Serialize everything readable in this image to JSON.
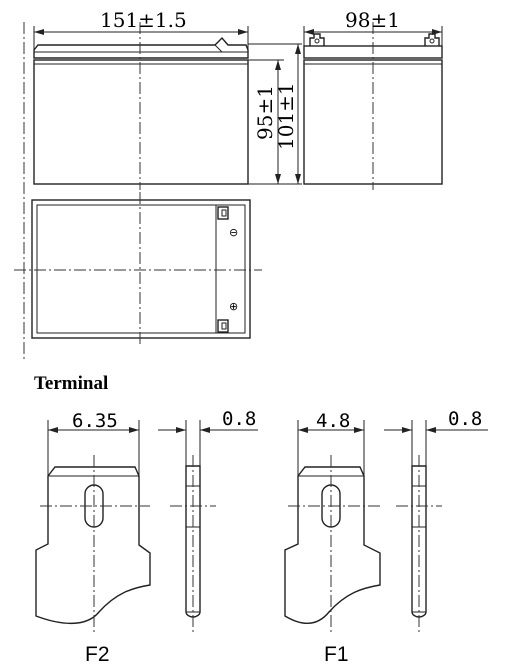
{
  "dimensions": {
    "length": "151±1.5",
    "width": "98±1",
    "height_body": "95±1",
    "height_total": "101±1"
  },
  "section_title": "Terminal",
  "terminals": [
    {
      "label": "F2",
      "tab_width": "6.35",
      "thickness": "0.8"
    },
    {
      "label": "F1",
      "tab_width": "4.8",
      "thickness": "0.8"
    }
  ],
  "polarity": {
    "negative": "⊖",
    "positive": "⊕"
  }
}
